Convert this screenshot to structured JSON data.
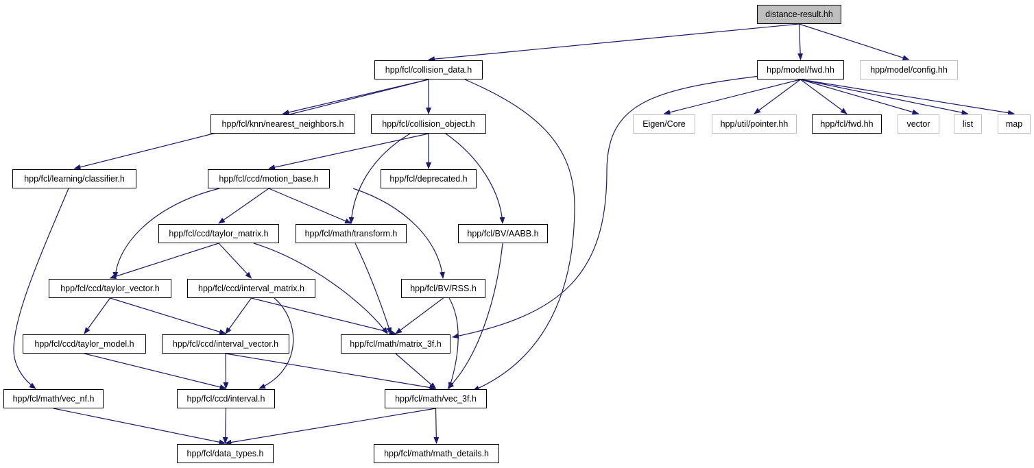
{
  "colors": {
    "edge": "#191970",
    "border": "#000000",
    "external_border": "#bfbfbf",
    "root_fill": "#bfbfbf"
  },
  "nodes": [
    {
      "id": "root",
      "label": "distance-result.hh",
      "kind": "root"
    },
    {
      "id": "collision_data",
      "label": "hpp/fcl/collision_data.h",
      "kind": "file"
    },
    {
      "id": "model_fwd",
      "label": "hpp/model/fwd.hh",
      "kind": "file"
    },
    {
      "id": "model_config",
      "label": "hpp/model/config.hh",
      "kind": "external"
    },
    {
      "id": "knn",
      "label": "hpp/fcl/knn/nearest_neighbors.h",
      "kind": "file"
    },
    {
      "id": "collision_object",
      "label": "hpp/fcl/collision_object.h",
      "kind": "file"
    },
    {
      "id": "eigen_core",
      "label": "Eigen/Core",
      "kind": "external"
    },
    {
      "id": "util_pointer",
      "label": "hpp/util/pointer.hh",
      "kind": "external"
    },
    {
      "id": "fcl_fwd",
      "label": "hpp/fcl/fwd.hh",
      "kind": "file"
    },
    {
      "id": "vector",
      "label": "vector",
      "kind": "external"
    },
    {
      "id": "list",
      "label": "list",
      "kind": "external"
    },
    {
      "id": "map",
      "label": "map",
      "kind": "external"
    },
    {
      "id": "classifier",
      "label": "hpp/fcl/learning/classifier.h",
      "kind": "file"
    },
    {
      "id": "motion_base",
      "label": "hpp/fcl/ccd/motion_base.h",
      "kind": "file"
    },
    {
      "id": "deprecated",
      "label": "hpp/fcl/deprecated.h",
      "kind": "file"
    },
    {
      "id": "taylor_matrix",
      "label": "hpp/fcl/ccd/taylor_matrix.h",
      "kind": "file"
    },
    {
      "id": "transform",
      "label": "hpp/fcl/math/transform.h",
      "kind": "file"
    },
    {
      "id": "aabb",
      "label": "hpp/fcl/BV/AABB.h",
      "kind": "file"
    },
    {
      "id": "taylor_vector",
      "label": "hpp/fcl/ccd/taylor_vector.h",
      "kind": "file"
    },
    {
      "id": "interval_matrix",
      "label": "hpp/fcl/ccd/interval_matrix.h",
      "kind": "file"
    },
    {
      "id": "rss",
      "label": "hpp/fcl/BV/RSS.h",
      "kind": "file"
    },
    {
      "id": "taylor_model",
      "label": "hpp/fcl/ccd/taylor_model.h",
      "kind": "file"
    },
    {
      "id": "interval_vector",
      "label": "hpp/fcl/ccd/interval_vector.h",
      "kind": "file"
    },
    {
      "id": "matrix_3f",
      "label": "hpp/fcl/math/matrix_3f.h",
      "kind": "file"
    },
    {
      "id": "vec_nf",
      "label": "hpp/fcl/math/vec_nf.h",
      "kind": "file"
    },
    {
      "id": "interval",
      "label": "hpp/fcl/ccd/interval.h",
      "kind": "file"
    },
    {
      "id": "vec_3f",
      "label": "hpp/fcl/math/vec_3f.h",
      "kind": "file"
    },
    {
      "id": "data_types",
      "label": "hpp/fcl/data_types.h",
      "kind": "file"
    },
    {
      "id": "math_details",
      "label": "hpp/fcl/math/math_details.h",
      "kind": "file"
    }
  ],
  "edges": [
    [
      "root",
      "collision_data"
    ],
    [
      "root",
      "model_fwd"
    ],
    [
      "root",
      "model_config"
    ],
    [
      "collision_data",
      "classifier"
    ],
    [
      "collision_data",
      "knn"
    ],
    [
      "collision_data",
      "collision_object"
    ],
    [
      "collision_data",
      "vec_3f"
    ],
    [
      "model_fwd",
      "matrix_3f"
    ],
    [
      "model_fwd",
      "eigen_core"
    ],
    [
      "model_fwd",
      "util_pointer"
    ],
    [
      "model_fwd",
      "fcl_fwd"
    ],
    [
      "model_fwd",
      "vector"
    ],
    [
      "model_fwd",
      "list"
    ],
    [
      "model_fwd",
      "map"
    ],
    [
      "collision_object",
      "motion_base"
    ],
    [
      "collision_object",
      "transform"
    ],
    [
      "collision_object",
      "deprecated"
    ],
    [
      "collision_object",
      "aabb"
    ],
    [
      "classifier",
      "vec_nf"
    ],
    [
      "motion_base",
      "taylor_vector"
    ],
    [
      "motion_base",
      "taylor_matrix"
    ],
    [
      "motion_base",
      "transform"
    ],
    [
      "motion_base",
      "rss"
    ],
    [
      "taylor_matrix",
      "taylor_vector"
    ],
    [
      "taylor_matrix",
      "interval_matrix"
    ],
    [
      "taylor_matrix",
      "matrix_3f"
    ],
    [
      "transform",
      "matrix_3f"
    ],
    [
      "aabb",
      "vec_3f"
    ],
    [
      "taylor_vector",
      "taylor_model"
    ],
    [
      "taylor_vector",
      "interval_vector"
    ],
    [
      "interval_matrix",
      "interval_vector"
    ],
    [
      "interval_matrix",
      "matrix_3f"
    ],
    [
      "interval_matrix",
      "interval"
    ],
    [
      "rss",
      "matrix_3f"
    ],
    [
      "rss",
      "vec_3f"
    ],
    [
      "taylor_model",
      "interval"
    ],
    [
      "interval_vector",
      "interval"
    ],
    [
      "interval_vector",
      "vec_3f"
    ],
    [
      "matrix_3f",
      "vec_3f"
    ],
    [
      "vec_nf",
      "data_types"
    ],
    [
      "interval",
      "data_types"
    ],
    [
      "vec_3f",
      "data_types"
    ],
    [
      "vec_3f",
      "math_details"
    ]
  ]
}
